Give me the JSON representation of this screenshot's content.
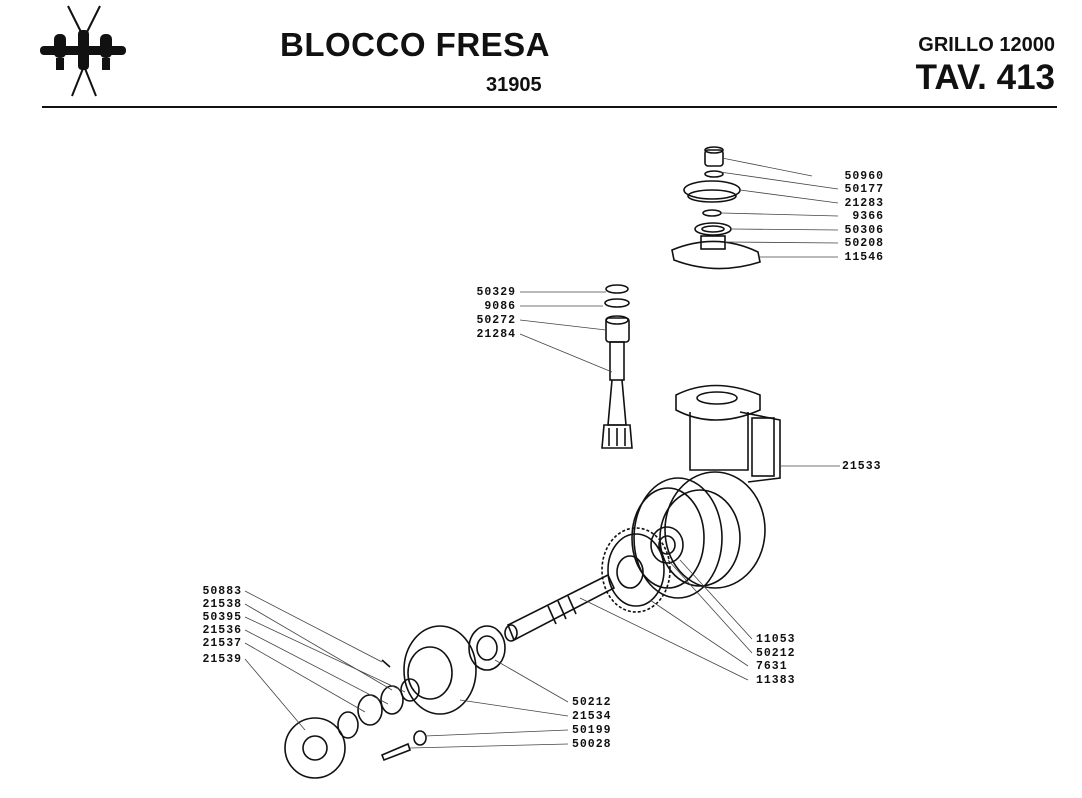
{
  "header": {
    "title": "BLOCCO FRESA",
    "code": "31905",
    "model": "GRILLO 12000",
    "table": "TAV. 413"
  },
  "parts": {
    "top_group": [
      "50960",
      "50177",
      "21283",
      "9366",
      "50306",
      "50208",
      "11546"
    ],
    "shaft_group": [
      "50329",
      "9086",
      "50272",
      "21284"
    ],
    "housing": "21533",
    "mid_group": [
      "11053",
      "50212",
      "7631",
      "11383"
    ],
    "hub_left": [
      "50883",
      "21538",
      "50395",
      "21536",
      "21537",
      "21539"
    ],
    "hub_bottom": [
      "50212",
      "21534",
      "50199",
      "50028"
    ]
  }
}
